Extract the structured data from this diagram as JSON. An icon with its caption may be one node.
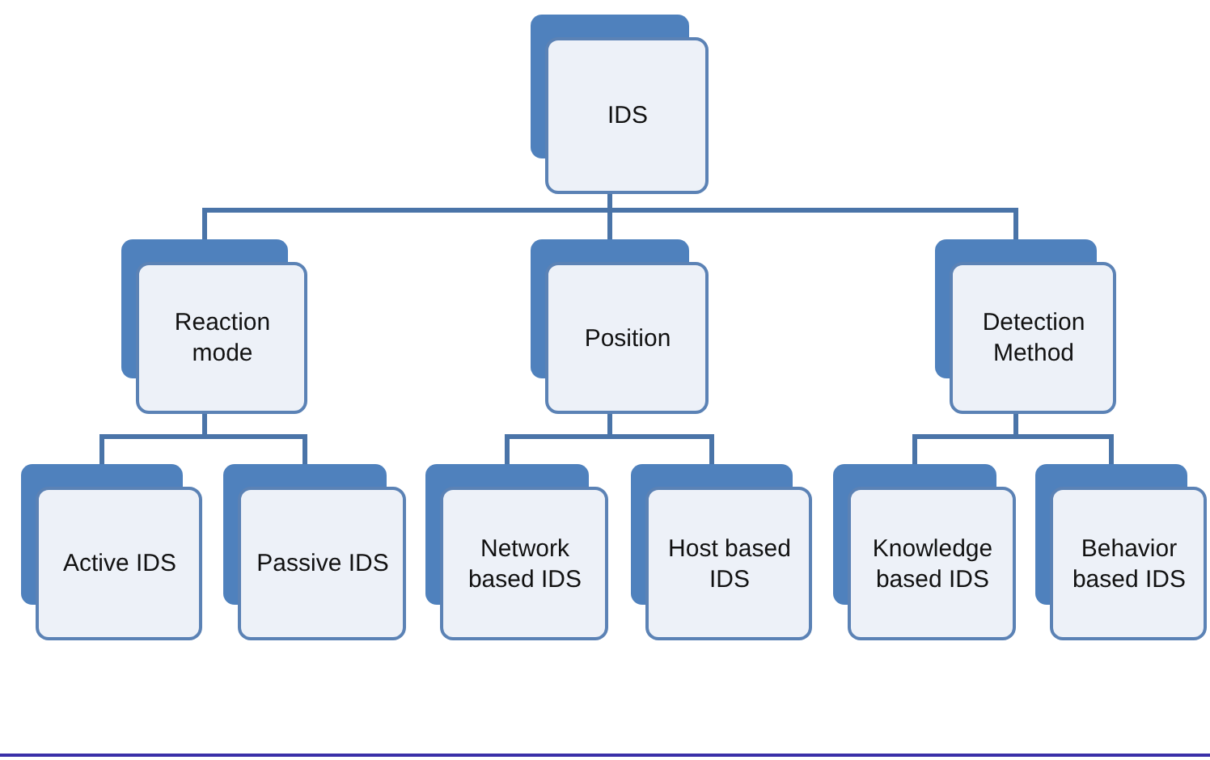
{
  "diagram": {
    "nodes": [
      {
        "text": [
          "IDS"
        ]
      },
      {
        "text": [
          "Reaction mode"
        ]
      },
      {
        "text": [
          "Position"
        ]
      },
      {
        "text": [
          "Detection Method"
        ]
      },
      {
        "text": [
          "Active IDS"
        ]
      },
      {
        "text": [
          "Passive IDS"
        ]
      },
      {
        "text": [
          "Network based IDS"
        ]
      },
      {
        "text": [
          "Host based IDS"
        ]
      },
      {
        "text": [
          "Knowledge based IDS"
        ]
      },
      {
        "text": [
          "Behavior based IDS"
        ]
      }
    ],
    "edges": [
      {
        "from": 0,
        "to": 1,
        "arrow": "none"
      },
      {
        "from": 0,
        "to": 2,
        "arrow": "none"
      },
      {
        "from": 0,
        "to": 3,
        "arrow": "none"
      },
      {
        "from": 1,
        "to": 4,
        "arrow": "none"
      },
      {
        "from": 1,
        "to": 5,
        "arrow": "none"
      },
      {
        "from": 2,
        "to": 6,
        "arrow": "none"
      },
      {
        "from": 2,
        "to": 7,
        "arrow": "none"
      },
      {
        "from": 3,
        "to": 8,
        "arrow": "none"
      },
      {
        "from": 3,
        "to": 9,
        "arrow": "none"
      }
    ]
  }
}
